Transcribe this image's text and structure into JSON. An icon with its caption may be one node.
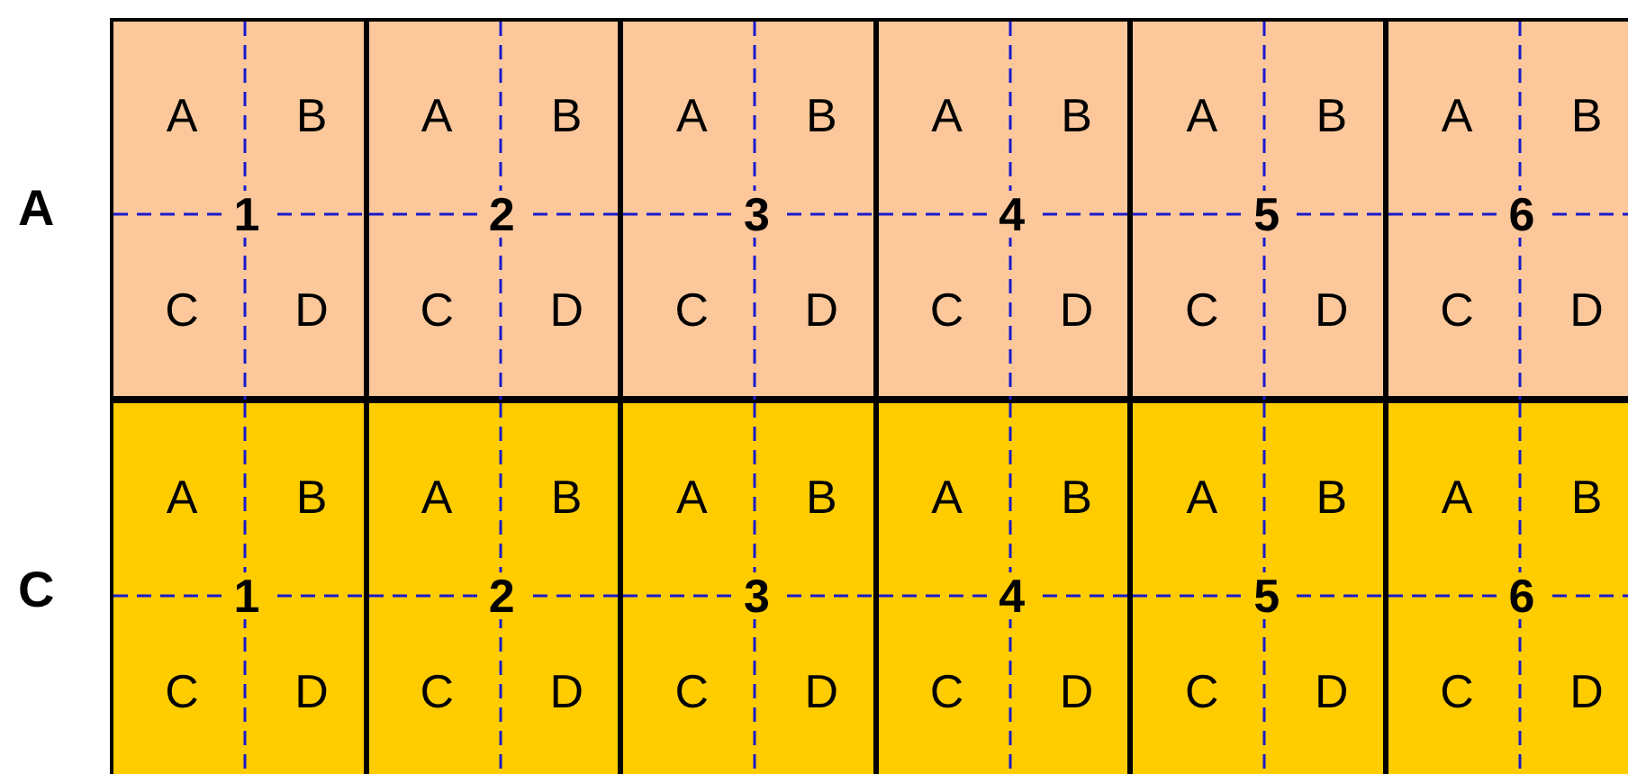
{
  "diagram": {
    "nodes": [
      {
        "text": [
          "A"
        ]
      },
      {
        "text": [
          "A",
          "B",
          "1",
          "C",
          "D"
        ],
        "in": 0
      },
      {
        "text": [
          "A",
          "B",
          "2",
          "C",
          "D"
        ],
        "in": 0
      },
      {
        "text": [
          "A",
          "B",
          "3",
          "C",
          "D"
        ],
        "in": 0
      },
      {
        "text": [
          "A",
          "B",
          "4",
          "C",
          "D"
        ],
        "in": 0
      },
      {
        "text": [
          "A",
          "B",
          "5",
          "C",
          "D"
        ],
        "in": 0
      },
      {
        "text": [
          "A",
          "B",
          "6",
          "C",
          "D"
        ],
        "in": 0
      },
      {
        "text": [
          "C"
        ]
      },
      {
        "text": [
          "A",
          "B",
          "1",
          "C",
          "D"
        ],
        "in": 7
      },
      {
        "text": [
          "A",
          "B",
          "2",
          "C",
          "D"
        ],
        "in": 7
      },
      {
        "text": [
          "A",
          "B",
          "3",
          "C",
          "D"
        ],
        "in": 7
      },
      {
        "text": [
          "A",
          "B",
          "4",
          "C",
          "D"
        ],
        "in": 7
      },
      {
        "text": [
          "A",
          "B",
          "5",
          "C",
          "D"
        ],
        "in": 7
      },
      {
        "text": [
          "A",
          "B",
          "6",
          "C",
          "D"
        ],
        "in": 7
      }
    ]
  }
}
